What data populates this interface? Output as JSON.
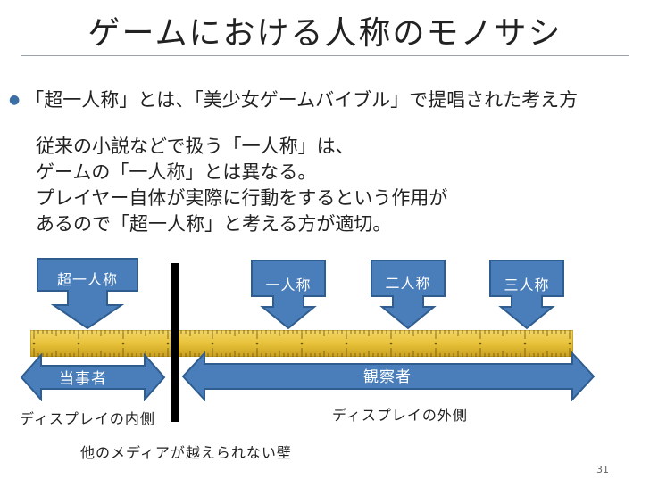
{
  "slide": {
    "title": "ゲームにおける人称のモノサシ",
    "bullet": "「超一人称」とは、「美少女ゲームバイブル」で提唱された考え方",
    "body_lines": [
      "従来の小説などで扱う「一人称」は、",
      "ゲームの「一人称」とは異なる。",
      "プレイヤー自体が実際に行動をするという作用が",
      "あるので「超一人称」と考える方が適切。"
    ],
    "page_number": "31"
  },
  "diagram": {
    "callouts": [
      "超一人称",
      "一人称",
      "二人称",
      "三人称"
    ],
    "arrows": {
      "left": "当事者",
      "right": "観察者"
    },
    "labels": {
      "inside": "ディスプレイの内側",
      "outside": "ディスプレイの外側",
      "wall": "他のメディアが越えられない壁"
    },
    "colors": {
      "shape_fill": "#4a7ebb",
      "shape_stroke": "#2f5d8f",
      "ruler": "#e8c23a",
      "wall": "#000000"
    }
  }
}
